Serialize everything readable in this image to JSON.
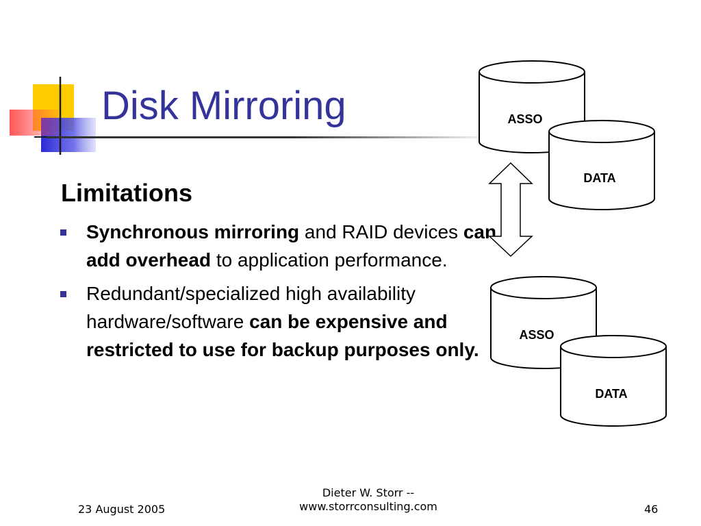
{
  "slide": {
    "title": "Disk Mirroring",
    "subheading": "Limitations",
    "bullets": [
      {
        "parts": [
          {
            "text": "Synchronous mirroring",
            "bold": true
          },
          {
            "text": " and RAID devices ",
            "bold": false
          },
          {
            "text": "can add overhead",
            "bold": true
          },
          {
            "text": " to application performance.",
            "bold": false
          }
        ]
      },
      {
        "parts": [
          {
            "text": "Redundant/specialized high availability hardware/software ",
            "bold": false
          },
          {
            "text": "can be expensive and restricted to use for backup purposes only.",
            "bold": true
          }
        ]
      }
    ]
  },
  "diagram": {
    "top_pair": {
      "back_label": "ASSO",
      "front_label": "DATA"
    },
    "bottom_pair": {
      "back_label": "ASSO",
      "front_label": "DATA"
    },
    "arrow": "double-headed-vertical"
  },
  "footer": {
    "date": "23 August 2005",
    "author_line1": "Dieter W. Storr --",
    "author_line2": "www.storrconsulting.com",
    "page_number": "46"
  },
  "colors": {
    "title": "#333399",
    "bullet": "#333399",
    "deco_yellow": "#ffcc00",
    "deco_blue": "#3333cc",
    "deco_red": "#ff5a5a"
  }
}
